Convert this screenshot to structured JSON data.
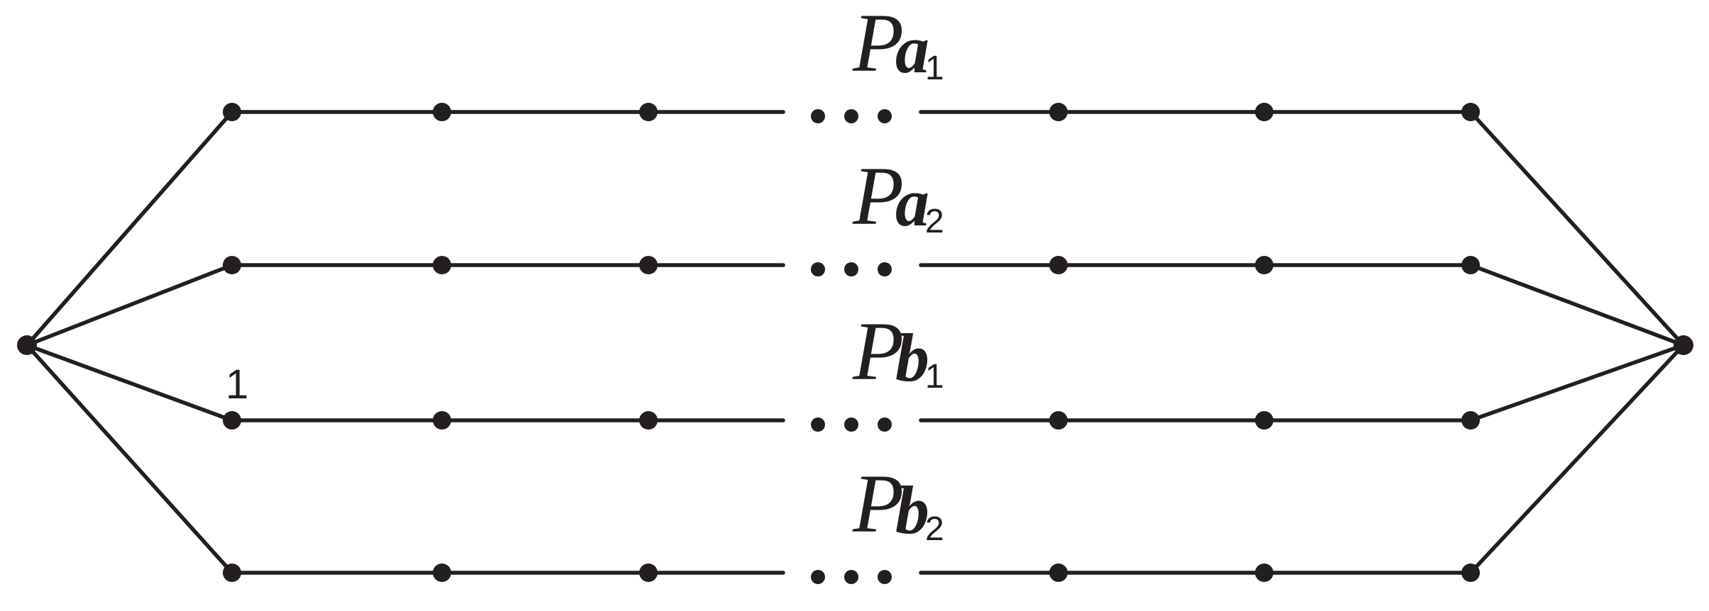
{
  "diagram": {
    "paths": [
      {
        "id": "a1",
        "letter": "P",
        "sub_letter": "a",
        "sub_index": "1"
      },
      {
        "id": "a2",
        "letter": "P",
        "sub_letter": "a",
        "sub_index": "2"
      },
      {
        "id": "b1",
        "letter": "P",
        "sub_letter": "b",
        "sub_index": "1"
      },
      {
        "id": "b2",
        "letter": "P",
        "sub_letter": "b",
        "sub_index": "2"
      }
    ],
    "vertex_label": "1",
    "ellipsis": "…",
    "colors": {
      "ink": "#231f20",
      "background": "#ffffff"
    }
  }
}
